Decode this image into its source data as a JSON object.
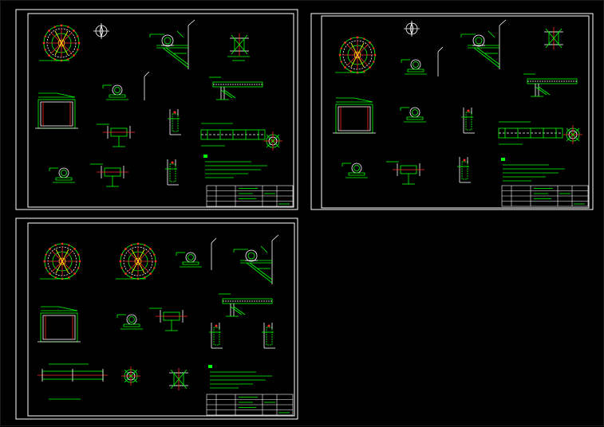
{
  "drawing": {
    "background": "#000000",
    "colors": {
      "frame": "#ffffff",
      "linework": "#00ff00",
      "accent_red": "#ff2a2a",
      "accent_yellow": "#ffff00",
      "accent_cyan": "#00ffff",
      "accent_magenta": "#ff00ff"
    },
    "sheets": [
      {
        "id": "sheet-1",
        "title_block": {
          "drawing_no": "",
          "notes_heading": "说明"
        }
      },
      {
        "id": "sheet-2",
        "title_block": {
          "drawing_no": "",
          "notes_heading": "说明"
        }
      },
      {
        "id": "sheet-3",
        "title_block": {
          "drawing_no": "",
          "notes_heading": "说明"
        }
      }
    ],
    "icons": [
      "compass-north-icon"
    ]
  }
}
